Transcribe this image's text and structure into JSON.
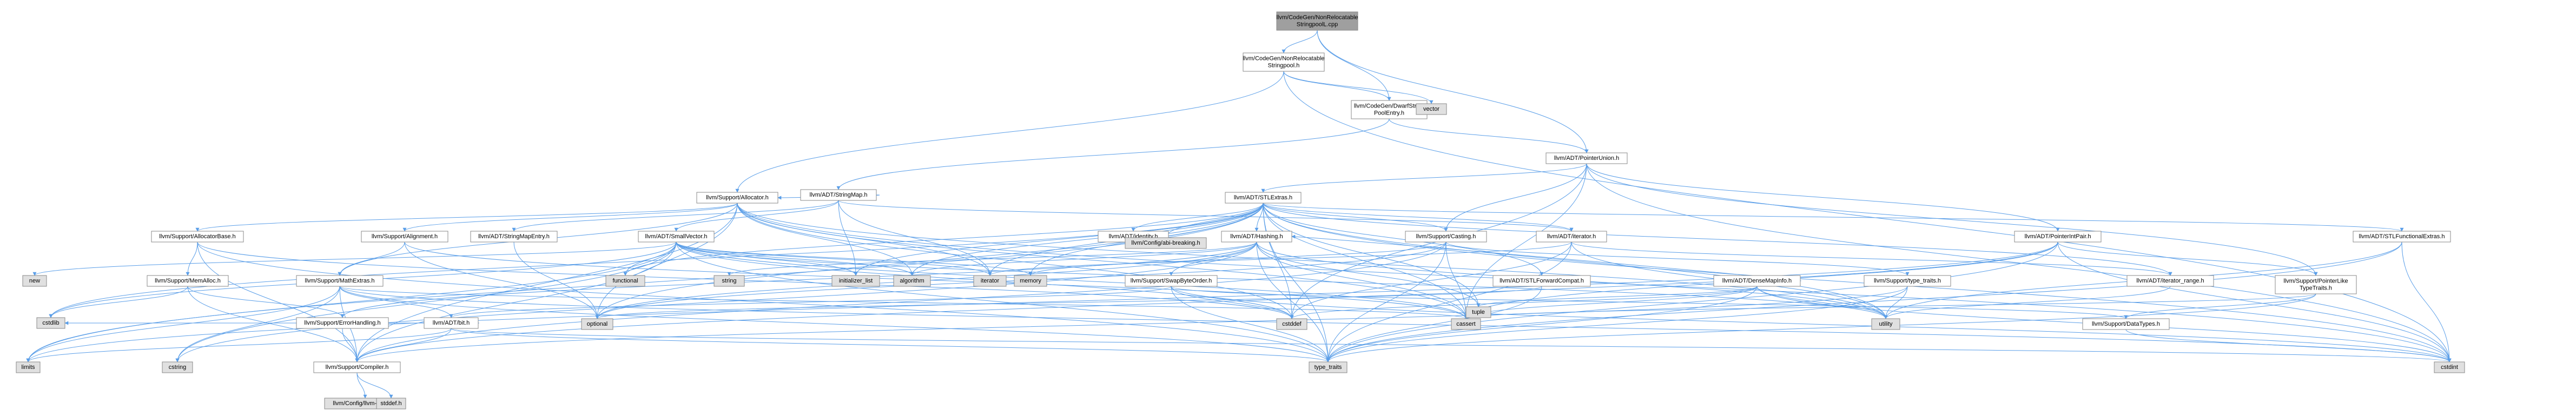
{
  "colors": {
    "root_fill": "#9f9f9f",
    "node_fill": "#ffffff",
    "gray_fill": "#e0e0e0",
    "red_text": "#ff0000",
    "edge": "#5a9ee8",
    "node_border": "#888888"
  },
  "nodes": [
    {
      "id": "root",
      "lines": [
        "llvm/CodeGen/NonRelocatable",
        "StringpoolL.cpp"
      ],
      "style": "root"
    },
    {
      "id": "nrsp_h",
      "lines": [
        "llvm/CodeGen/NonRelocatable",
        "Stringpool.h"
      ],
      "style": "white"
    },
    {
      "id": "dwarf",
      "lines": [
        "llvm/CodeGen/DwarfString",
        "PoolEntry.h"
      ],
      "style": "white"
    },
    {
      "id": "vector",
      "lines": [
        "vector"
      ],
      "style": "gray"
    },
    {
      "id": "ptrunion",
      "lines": [
        "llvm/ADT/PointerUnion.h"
      ],
      "style": "white"
    },
    {
      "id": "allocator",
      "lines": [
        "llvm/Support/Allocator.h"
      ],
      "style": "white"
    },
    {
      "id": "stringmap",
      "lines": [
        "llvm/ADT/StringMap.h"
      ],
      "style": "white"
    },
    {
      "id": "stlextras",
      "lines": [
        "llvm/ADT/STLExtras.h"
      ],
      "style": "white"
    },
    {
      "id": "allocbase",
      "lines": [
        "llvm/Support/AllocatorBase.h"
      ],
      "style": "white"
    },
    {
      "id": "alignment",
      "lines": [
        "llvm/Support/Alignment.h"
      ],
      "style": "white"
    },
    {
      "id": "smentry",
      "lines": [
        "llvm/ADT/StringMapEntry.h"
      ],
      "style": "red"
    },
    {
      "id": "smallvec",
      "lines": [
        "llvm/ADT/SmallVector.h"
      ],
      "style": "white"
    },
    {
      "id": "identity",
      "lines": [
        "llvm/ADT/identity.h"
      ],
      "style": "white"
    },
    {
      "id": "abibreak",
      "lines": [
        "llvm/Config/abi-breaking.h"
      ],
      "style": "gray"
    },
    {
      "id": "hashing",
      "lines": [
        "llvm/ADT/Hashing.h"
      ],
      "style": "white"
    },
    {
      "id": "casting",
      "lines": [
        "llvm/Support/Casting.h"
      ],
      "style": "white"
    },
    {
      "id": "adtiter",
      "lines": [
        "llvm/ADT/iterator.h"
      ],
      "style": "white"
    },
    {
      "id": "ptrintpair",
      "lines": [
        "llvm/ADT/PointerIntPair.h"
      ],
      "style": "white"
    },
    {
      "id": "stlfunc",
      "lines": [
        "llvm/ADT/STLFunctionalExtras.h"
      ],
      "style": "white"
    },
    {
      "id": "new",
      "lines": [
        "new"
      ],
      "style": "gray"
    },
    {
      "id": "memalloc",
      "lines": [
        "llvm/Support/MemAlloc.h"
      ],
      "style": "white"
    },
    {
      "id": "mathextras",
      "lines": [
        "llvm/Support/MathExtras.h"
      ],
      "style": "red"
    },
    {
      "id": "functional",
      "lines": [
        "functional"
      ],
      "style": "gray"
    },
    {
      "id": "string",
      "lines": [
        "string"
      ],
      "style": "gray"
    },
    {
      "id": "initlist",
      "lines": [
        "initializer_list"
      ],
      "style": "gray"
    },
    {
      "id": "algorithm",
      "lines": [
        "algorithm"
      ],
      "style": "gray"
    },
    {
      "id": "iterator",
      "lines": [
        "iterator"
      ],
      "style": "gray"
    },
    {
      "id": "memory",
      "lines": [
        "memory"
      ],
      "style": "gray"
    },
    {
      "id": "swapbyte",
      "lines": [
        "llvm/Support/SwapByteOrder.h"
      ],
      "style": "red"
    },
    {
      "id": "stlforward",
      "lines": [
        "llvm/ADT/STLForwardCompat.h"
      ],
      "style": "white"
    },
    {
      "id": "densemapinfo",
      "lines": [
        "llvm/ADT/DenseMapInfo.h"
      ],
      "style": "red"
    },
    {
      "id": "typetraits_h",
      "lines": [
        "llvm/Support/type_traits.h"
      ],
      "style": "white"
    },
    {
      "id": "iterrange",
      "lines": [
        "llvm/ADT/iterator_range.h"
      ],
      "style": "white"
    },
    {
      "id": "ptrlike",
      "lines": [
        "llvm/Support/PointerLike",
        "TypeTraits.h"
      ],
      "style": "white"
    },
    {
      "id": "cstdlib",
      "lines": [
        "cstdlib"
      ],
      "style": "gray"
    },
    {
      "id": "errhandling",
      "lines": [
        "llvm/Support/ErrorHandling.h"
      ],
      "style": "white"
    },
    {
      "id": "bit",
      "lines": [
        "llvm/ADT/bit.h"
      ],
      "style": "white"
    },
    {
      "id": "optional",
      "lines": [
        "optional"
      ],
      "style": "gray"
    },
    {
      "id": "cstddef",
      "lines": [
        "cstddef"
      ],
      "style": "gray"
    },
    {
      "id": "cassert",
      "lines": [
        "cassert"
      ],
      "style": "gray"
    },
    {
      "id": "tuple",
      "lines": [
        "tuple"
      ],
      "style": "gray"
    },
    {
      "id": "utility",
      "lines": [
        "utility"
      ],
      "style": "gray"
    },
    {
      "id": "datatypes",
      "lines": [
        "llvm/Support/DataTypes.h"
      ],
      "style": "red"
    },
    {
      "id": "limits",
      "lines": [
        "limits"
      ],
      "style": "gray"
    },
    {
      "id": "cstring",
      "lines": [
        "cstring"
      ],
      "style": "gray"
    },
    {
      "id": "compiler",
      "lines": [
        "llvm/Support/Compiler.h"
      ],
      "style": "white"
    },
    {
      "id": "type_traits",
      "lines": [
        "type_traits"
      ],
      "style": "gray"
    },
    {
      "id": "cstdint",
      "lines": [
        "cstdint"
      ],
      "style": "gray"
    },
    {
      "id": "llvmconfig",
      "lines": [
        "llvm/Config/llvm-config.h"
      ],
      "style": "gray"
    },
    {
      "id": "stddef",
      "lines": [
        "stddef.h"
      ],
      "style": "gray"
    }
  ],
  "edges": [
    [
      "root",
      "nrsp_h"
    ],
    [
      "root",
      "dwarf"
    ],
    [
      "root",
      "ptrunion"
    ],
    [
      "nrsp_h",
      "dwarf"
    ],
    [
      "nrsp_h",
      "vector"
    ],
    [
      "nrsp_h",
      "allocator"
    ],
    [
      "nrsp_h",
      "cstdint"
    ],
    [
      "dwarf",
      "ptrunion"
    ],
    [
      "dwarf",
      "stringmap"
    ],
    [
      "ptrunion",
      "ptrintpair"
    ],
    [
      "ptrunion",
      "ptrlike"
    ],
    [
      "ptrunion",
      "casting"
    ],
    [
      "ptrunion",
      "stlextras"
    ],
    [
      "ptrunion",
      "cassert"
    ],
    [
      "ptrunion",
      "cstddef"
    ],
    [
      "ptrunion",
      "cstdint"
    ],
    [
      "allocator",
      "allocbase"
    ],
    [
      "allocator",
      "alignment"
    ],
    [
      "allocator",
      "mathextras"
    ],
    [
      "allocator",
      "compiler"
    ],
    [
      "allocator",
      "algorithm"
    ],
    [
      "allocator",
      "cassert"
    ],
    [
      "allocator",
      "cstddef"
    ],
    [
      "allocator",
      "cstdint"
    ],
    [
      "allocator",
      "iterator"
    ],
    [
      "allocator",
      "optional"
    ],
    [
      "allocator",
      "utility"
    ],
    [
      "stringmap",
      "smentry"
    ],
    [
      "stringmap",
      "adtiter"
    ],
    [
      "stringmap",
      "allocator"
    ],
    [
      "stringmap",
      "initlist"
    ],
    [
      "stringmap",
      "iterator"
    ],
    [
      "stringmap",
      "smallvec"
    ],
    [
      "stlextras",
      "identity"
    ],
    [
      "stlextras",
      "abibreak"
    ],
    [
      "stlextras",
      "hashing"
    ],
    [
      "stlextras",
      "casting"
    ],
    [
      "stlextras",
      "adtiter"
    ],
    [
      "stlextras",
      "iterrange"
    ],
    [
      "stlextras",
      "stlforward"
    ],
    [
      "stlextras",
      "stlfunc"
    ],
    [
      "stlextras",
      "algorithm"
    ],
    [
      "stlextras",
      "cassert"
    ],
    [
      "stlextras",
      "cstddef"
    ],
    [
      "stlextras",
      "cstdint"
    ],
    [
      "stlextras",
      "cstdlib"
    ],
    [
      "stlextras",
      "functional"
    ],
    [
      "stlextras",
      "initlist"
    ],
    [
      "stlextras",
      "iterator"
    ],
    [
      "stlextras",
      "limits"
    ],
    [
      "stlextras",
      "memory"
    ],
    [
      "stlextras",
      "optional"
    ],
    [
      "stlextras",
      "tuple"
    ],
    [
      "stlextras",
      "type_traits"
    ],
    [
      "stlextras",
      "utility"
    ],
    [
      "allocbase",
      "compiler"
    ],
    [
      "allocbase",
      "memalloc"
    ],
    [
      "allocbase",
      "type_traits"
    ],
    [
      "allocbase",
      "cstddef"
    ],
    [
      "memalloc",
      "compiler"
    ],
    [
      "memalloc",
      "errhandling"
    ],
    [
      "memalloc",
      "cstdlib"
    ],
    [
      "alignment",
      "mathextras"
    ],
    [
      "alignment",
      "cassert"
    ],
    [
      "alignment",
      "optional"
    ],
    [
      "smentry",
      "optional"
    ],
    [
      "smallvec",
      "compiler"
    ],
    [
      "smallvec",
      "type_traits"
    ],
    [
      "smallvec",
      "algorithm"
    ],
    [
      "smallvec",
      "cassert"
    ],
    [
      "smallvec",
      "cstddef"
    ],
    [
      "smallvec",
      "cstdlib"
    ],
    [
      "smallvec",
      "cstring"
    ],
    [
      "smallvec",
      "functional"
    ],
    [
      "smallvec",
      "initlist"
    ],
    [
      "smallvec",
      "iterator"
    ],
    [
      "smallvec",
      "limits"
    ],
    [
      "smallvec",
      "memory"
    ],
    [
      "smallvec",
      "new"
    ],
    [
      "smallvec",
      "utility"
    ],
    [
      "hashing",
      "errhandling"
    ],
    [
      "hashing",
      "swapbyte"
    ],
    [
      "hashing",
      "type_traits"
    ],
    [
      "hashing",
      "algorithm"
    ],
    [
      "hashing",
      "cassert"
    ],
    [
      "hashing",
      "cstring"
    ],
    [
      "hashing",
      "optional"
    ],
    [
      "hashing",
      "string"
    ],
    [
      "hashing",
      "tuple"
    ],
    [
      "hashing",
      "utility"
    ],
    [
      "casting",
      "compiler"
    ],
    [
      "casting",
      "typetraits_h"
    ],
    [
      "casting",
      "cassert"
    ],
    [
      "casting",
      "memory"
    ],
    [
      "casting",
      "optional"
    ],
    [
      "casting",
      "type_traits"
    ],
    [
      "adtiter",
      "iterrange"
    ],
    [
      "adtiter",
      "cstddef"
    ],
    [
      "adtiter",
      "iterator"
    ],
    [
      "adtiter",
      "type_traits"
    ],
    [
      "adtiter",
      "utility"
    ],
    [
      "ptrintpair",
      "compiler"
    ],
    [
      "ptrintpair",
      "ptrlike"
    ],
    [
      "ptrintpair",
      "type_traits"
    ],
    [
      "ptrintpair",
      "cassert"
    ],
    [
      "ptrintpair",
      "cstdint"
    ],
    [
      "ptrintpair",
      "limits"
    ],
    [
      "stlfunc",
      "cstdint"
    ],
    [
      "stlfunc",
      "type_traits"
    ],
    [
      "stlfunc",
      "utility"
    ],
    [
      "mathextras",
      "bit"
    ],
    [
      "mathextras",
      "compiler"
    ],
    [
      "mathextras",
      "cassert"
    ],
    [
      "mathextras",
      "climits"
    ],
    [
      "mathextras",
      "cstdint"
    ],
    [
      "mathextras",
      "cstring"
    ],
    [
      "mathextras",
      "limits"
    ],
    [
      "mathextras",
      "type_traits"
    ],
    [
      "swapbyte",
      "bit"
    ],
    [
      "swapbyte",
      "datatypes"
    ],
    [
      "swapbyte",
      "cstddef"
    ],
    [
      "swapbyte",
      "cstdint"
    ],
    [
      "swapbyte",
      "type_traits"
    ],
    [
      "stlforward",
      "optional"
    ],
    [
      "stlforward",
      "type_traits"
    ],
    [
      "densemapinfo",
      "hashing"
    ],
    [
      "densemapinfo",
      "cassert"
    ],
    [
      "densemapinfo",
      "cstddef"
    ],
    [
      "densemapinfo",
      "cstdint"
    ],
    [
      "densemapinfo",
      "tuple"
    ],
    [
      "densemapinfo",
      "type_traits"
    ],
    [
      "densemapinfo",
      "utility"
    ],
    [
      "typetraits_h",
      "compiler"
    ],
    [
      "typetraits_h",
      "type_traits"
    ],
    [
      "typetraits_h",
      "utility"
    ],
    [
      "iterrange",
      "utility"
    ],
    [
      "ptrlike",
      "datatypes"
    ],
    [
      "ptrlike",
      "cassert"
    ],
    [
      "ptrlike",
      "type_traits"
    ],
    [
      "errhandling",
      "compiler"
    ],
    [
      "bit",
      "compiler"
    ],
    [
      "bit",
      "cstdint"
    ],
    [
      "bit",
      "limits"
    ],
    [
      "bit",
      "type_traits"
    ],
    [
      "bit",
      "cstdlib"
    ],
    [
      "compiler",
      "llvmconfig"
    ],
    [
      "compiler",
      "stddef"
    ],
    [
      "datatypes",
      "cstdint"
    ]
  ]
}
